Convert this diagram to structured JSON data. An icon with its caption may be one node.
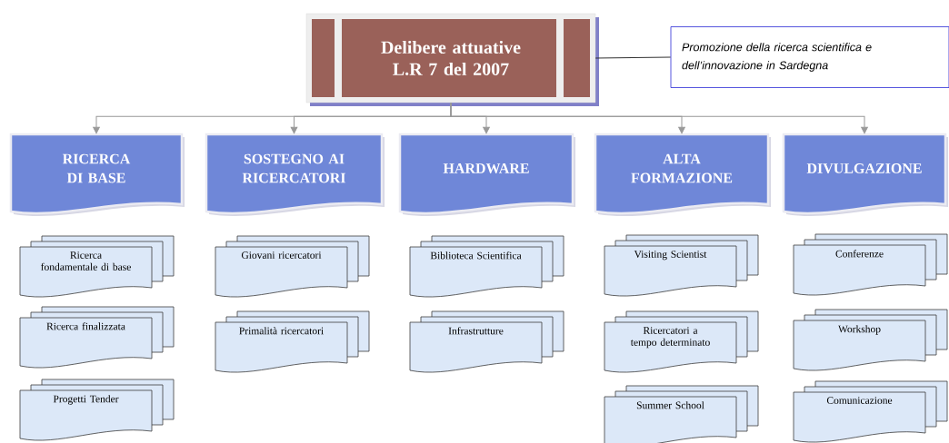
{
  "diagram": {
    "nodes": [
      {
        "text": [
          "Delibere attuative L.R 7 del 2007"
        ]
      },
      {
        "text": [
          "Promozione della ricerca scientifica e dell’innovazione in Sardegna"
        ]
      },
      {
        "text": [
          "RICERCA DI BASE"
        ]
      },
      {
        "text": [
          "SOSTEGNO AI RICERCATORI"
        ]
      },
      {
        "text": [
          "HARDWARE"
        ]
      },
      {
        "text": [
          "ALTA FORMAZIONE"
        ]
      },
      {
        "text": [
          "DIVULGAZIONE"
        ]
      },
      {
        "text": [
          "Ricerca fondamentale di base"
        ]
      },
      {
        "text": [
          "Ricerca finalizzata"
        ]
      },
      {
        "text": [
          "Progetti Tender"
        ]
      },
      {
        "text": [
          "Giovani ricercatori"
        ]
      },
      {
        "text": [
          "Primalità ricercatori"
        ]
      },
      {
        "text": [
          "Biblioteca Scientifica"
        ]
      },
      {
        "text": [
          "Infrastrutture"
        ]
      },
      {
        "text": [
          "Visiting Scientist"
        ]
      },
      {
        "text": [
          "Ricercatori a tempo determinato"
        ]
      },
      {
        "text": [
          "Summer School"
        ]
      },
      {
        "text": [
          "Conferenze"
        ]
      },
      {
        "text": [
          "Workshop"
        ]
      },
      {
        "text": [
          "Comunicazione"
        ]
      }
    ],
    "edges": [
      {
        "from": 0,
        "to": 1,
        "arrow": "none",
        "color": "#333333"
      },
      {
        "from": 0,
        "to": 2,
        "arrow": "to"
      },
      {
        "from": 0,
        "to": 3,
        "arrow": "to"
      },
      {
        "from": 0,
        "to": 4,
        "arrow": "to"
      },
      {
        "from": 0,
        "to": 5,
        "arrow": "to"
      },
      {
        "from": 0,
        "to": 6,
        "arrow": "to"
      }
    ]
  }
}
